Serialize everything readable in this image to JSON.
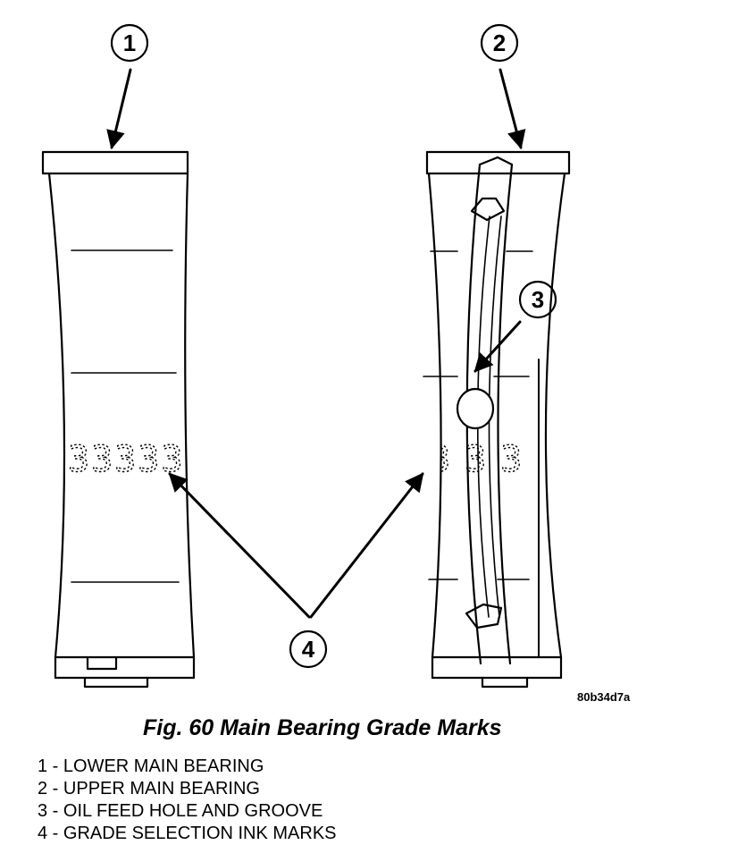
{
  "figure": {
    "id": "80b34d7a",
    "caption": "Fig. 60 Main Bearing Grade Marks",
    "colors": {
      "line": "#000000",
      "background": "#ffffff"
    }
  },
  "callouts": [
    {
      "number": "1",
      "target": "lower-main-bearing"
    },
    {
      "number": "2",
      "target": "upper-main-bearing"
    },
    {
      "number": "3",
      "target": "oil-feed-hole-and-groove"
    },
    {
      "number": "4",
      "target": "grade-selection-ink-marks"
    }
  ],
  "ink_marks": {
    "lower_bearing": "33333",
    "upper_bearing": "333"
  },
  "legend": [
    {
      "number": "1",
      "separator": " - ",
      "label": "LOWER MAIN BEARING"
    },
    {
      "number": "2",
      "separator": " - ",
      "label": "UPPER MAIN BEARING"
    },
    {
      "number": "3",
      "separator": " - ",
      "label": "OIL FEED HOLE AND GROOVE"
    },
    {
      "number": "4",
      "separator": " - ",
      "label": "GRADE SELECTION INK MARKS"
    }
  ]
}
